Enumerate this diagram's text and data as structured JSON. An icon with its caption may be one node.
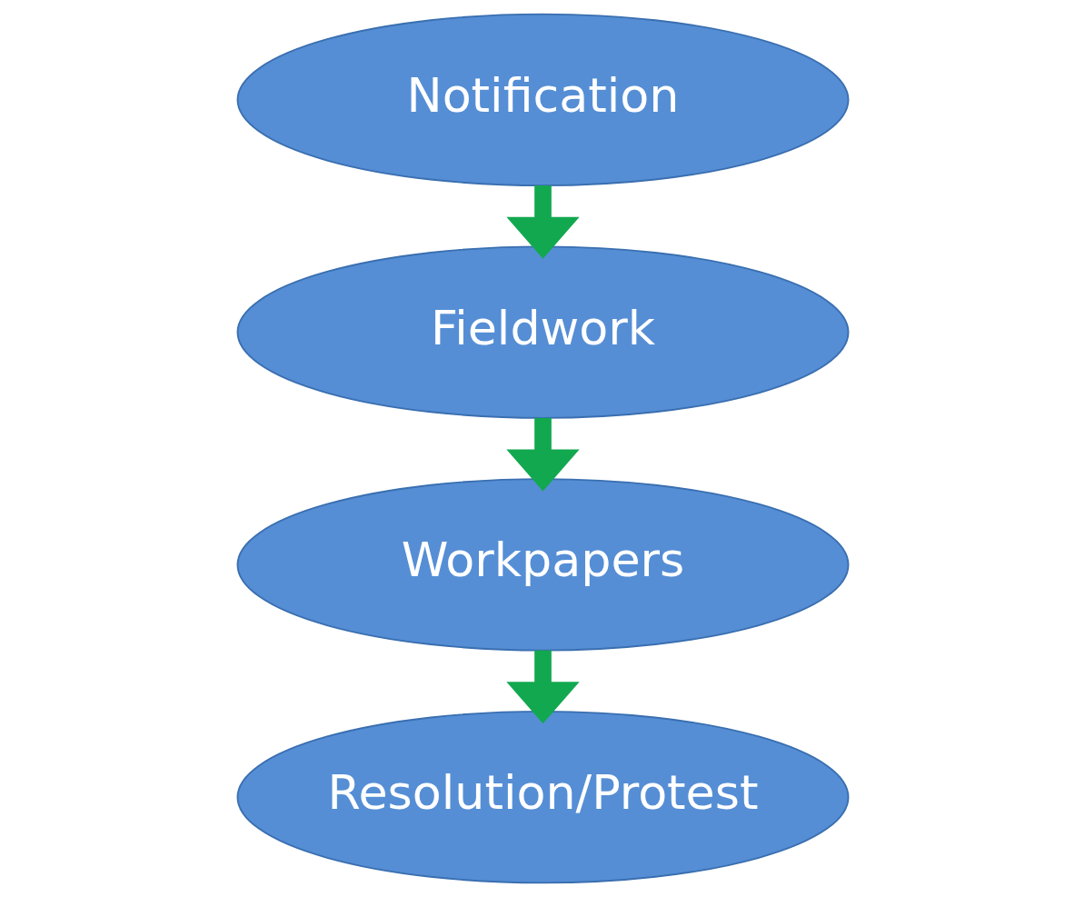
{
  "diagram": {
    "nodes": [
      {
        "text": [
          "Notification"
        ]
      },
      {
        "text": [
          "Fieldwork"
        ]
      },
      {
        "text": [
          "Workpapers"
        ]
      },
      {
        "text": [
          "Resolution/Protest"
        ]
      }
    ],
    "edges": [
      {
        "from": 0,
        "to": 1,
        "arrow": "to"
      },
      {
        "from": 1,
        "to": 2,
        "arrow": "to"
      },
      {
        "from": 2,
        "to": 3,
        "arrow": "to"
      }
    ]
  }
}
